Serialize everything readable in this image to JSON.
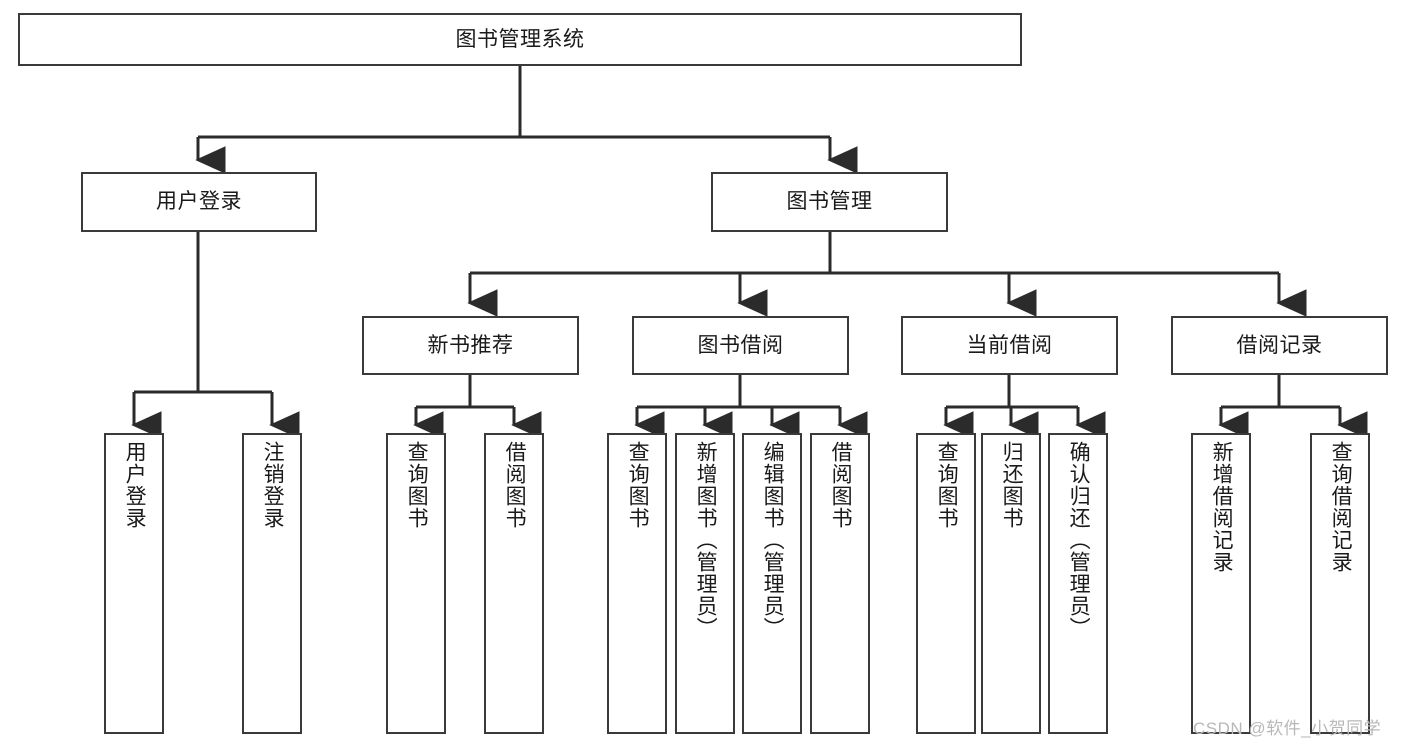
{
  "diagram": {
    "title": "图书管理系统",
    "type": "tree",
    "colors": {
      "box_border": "#3a3a3a",
      "box_fill": "#ffffff",
      "connector": "#2b2b2b",
      "text": "#1a1a1a",
      "watermark": "#b8b8b8",
      "background": "#ffffff"
    },
    "root": {
      "label": "图书管理系统"
    },
    "level2": [
      {
        "label": "用户登录"
      },
      {
        "label": "图书管理"
      }
    ],
    "level3": [
      {
        "label": "新书推荐"
      },
      {
        "label": "图书借阅"
      },
      {
        "label": "当前借阅"
      },
      {
        "label": "借阅记录"
      }
    ],
    "leaves": {
      "user_login": [
        {
          "label": "用户登录"
        },
        {
          "label": "注销登录"
        }
      ],
      "new_book": [
        {
          "label": "查询图书"
        },
        {
          "label": "借阅图书"
        }
      ],
      "book_borrow": [
        {
          "label": "查询图书"
        },
        {
          "label": "新增图书（管理员）"
        },
        {
          "label": "编辑图书（管理员）"
        },
        {
          "label": "借阅图书"
        }
      ],
      "current_borrow": [
        {
          "label": "查询图书"
        },
        {
          "label": "归还图书"
        },
        {
          "label": "确认归还（管理员）"
        }
      ],
      "borrow_record": [
        {
          "label": "新增借阅记录"
        },
        {
          "label": "查询借阅记录"
        }
      ]
    }
  },
  "watermark": {
    "text": "CSDN @软件_小贺同学"
  }
}
